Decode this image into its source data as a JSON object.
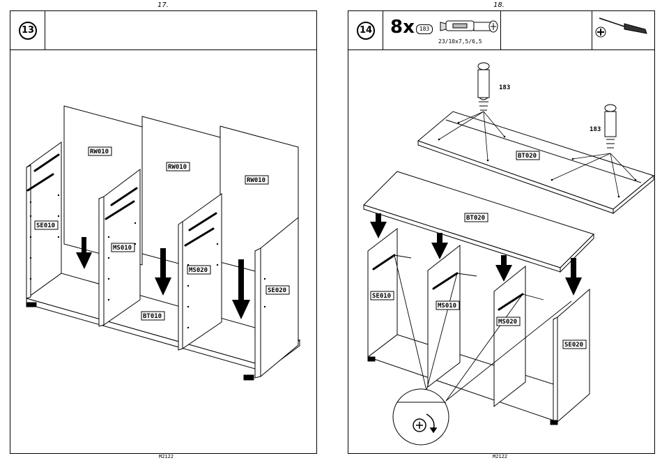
{
  "left_page": {
    "page_number": "17.",
    "step": "13",
    "footer": "M2122",
    "labels": {
      "rw010_a": "RW010",
      "rw010_b": "RW010",
      "rw010_c": "RW010",
      "se010": "SE010",
      "ms010": "MS010",
      "ms020": "MS020",
      "se020": "SE020",
      "bt010": "BT010"
    }
  },
  "right_page": {
    "page_number": "18.",
    "step": "14",
    "footer": "M2122",
    "quantity": "8x",
    "part_ref": "183",
    "part_dims": "23/10x7,5/6,5",
    "callout_a": "183",
    "callout_b": "183",
    "labels": {
      "bt020_top": "BT020",
      "bt020_board": "BT020",
      "se010": "SE010",
      "ms010": "MS010",
      "ms020": "MS020",
      "se020": "SE020"
    },
    "icons": [
      "cam-dowel-icon",
      "screwdriver-icon",
      "phillips-head-icon",
      "rotate-clockwise-icon"
    ]
  }
}
